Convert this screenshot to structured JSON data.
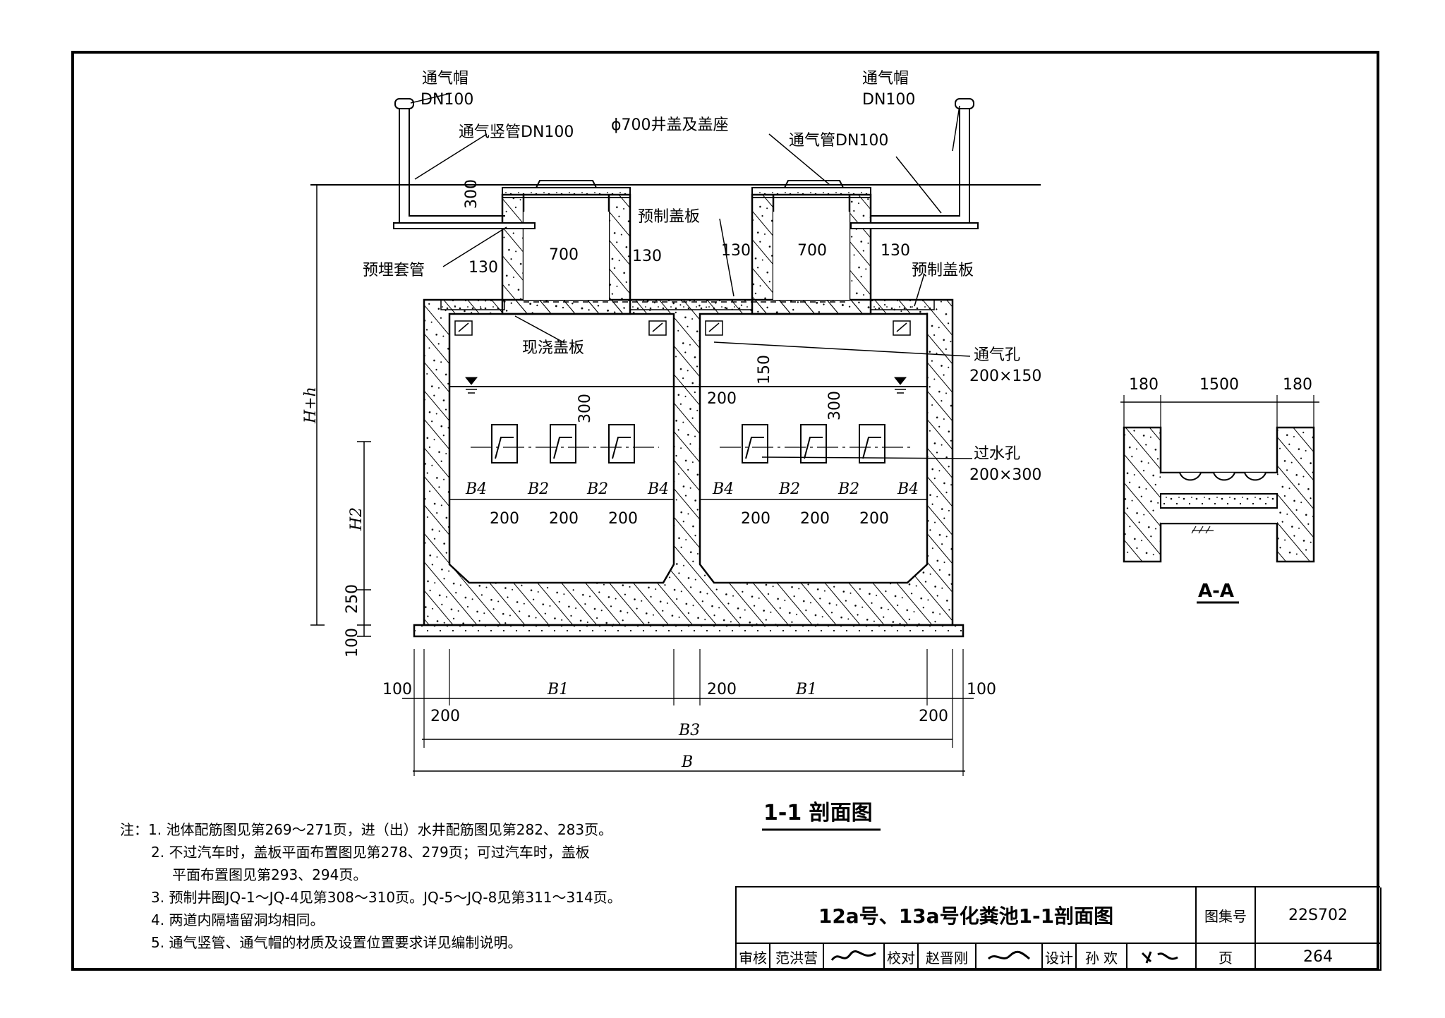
{
  "section_1_1": {
    "vent_cap_left": "通气帽",
    "vent_cap_left_size": "DN100",
    "vent_cap_right": "通气帽",
    "vent_cap_right_size": "DN100",
    "vent_riser": "通气竖管DN100",
    "manhole_cover": "ϕ700井盖及盖座",
    "vent_pipe": "通气管DN100",
    "precast_slab_1": "预制盖板",
    "precast_slab_2": "预制盖板",
    "embedded_sleeve": "预埋套管",
    "cast_slab": "现浇盖板",
    "vent_hole": "通气孔",
    "vent_hole_size": "200×150",
    "water_hole": "过水孔",
    "water_hole_size": "200×300",
    "dim_300_top": "300",
    "dim_700_left": "700",
    "dim_700_right": "700",
    "dim_130_a": "130",
    "dim_130_b": "130",
    "dim_130_c": "130",
    "dim_130_d": "130",
    "dim_150": "150",
    "dim_200_vent": "200",
    "dim_300_left": "300",
    "dim_300_right": "300",
    "dim_Hh": "H+h",
    "dim_H2": "H2",
    "dim_250": "250",
    "dim_100_v": "100",
    "dim_100_l": "100",
    "dim_100_r": "100",
    "dim_200_l": "200",
    "dim_200_mid": "200",
    "dim_200_r": "200",
    "dim_B1_l": "B1",
    "dim_B1_r": "B1",
    "dim_B3": "B3",
    "dim_B": "B",
    "B4": "B4",
    "B2": "B2",
    "d200": "200",
    "title": "1-1  剖面图"
  },
  "section_a_a": {
    "dim_180_l": "180",
    "dim_1500": "1500",
    "dim_180_r": "180",
    "title": "A-A"
  },
  "notes": {
    "prefix": "注：",
    "n1": "1.  池体配筋图见第269～271页，进（出）水井配筋图见第282、283页。",
    "n2a": "2.  不过汽车时，盖板平面布置图见第278、279页；可过汽车时，盖板",
    "n2b": "平面布置图见第293、294页。",
    "n3": "3.  预制井圈JQ-1～JQ-4见第308～310页。JQ-5～JQ-8见第311～314页。",
    "n4": "4.  两道内隔墙留洞均相同。",
    "n5": "5.  通气竖管、通气帽的材质及设置位置要求详见编制说明。"
  },
  "title_block": {
    "drawing_title": "12a号、13a号化粪池1-1剖面图",
    "atlas_label": "图集号",
    "atlas_no": "22S702",
    "review_label": "审核",
    "reviewer": "范洪营",
    "check_label": "校对",
    "checker": "赵晋刚",
    "design_label": "设计",
    "designer": "孙  欢",
    "page_label": "页",
    "page_no": "264"
  }
}
